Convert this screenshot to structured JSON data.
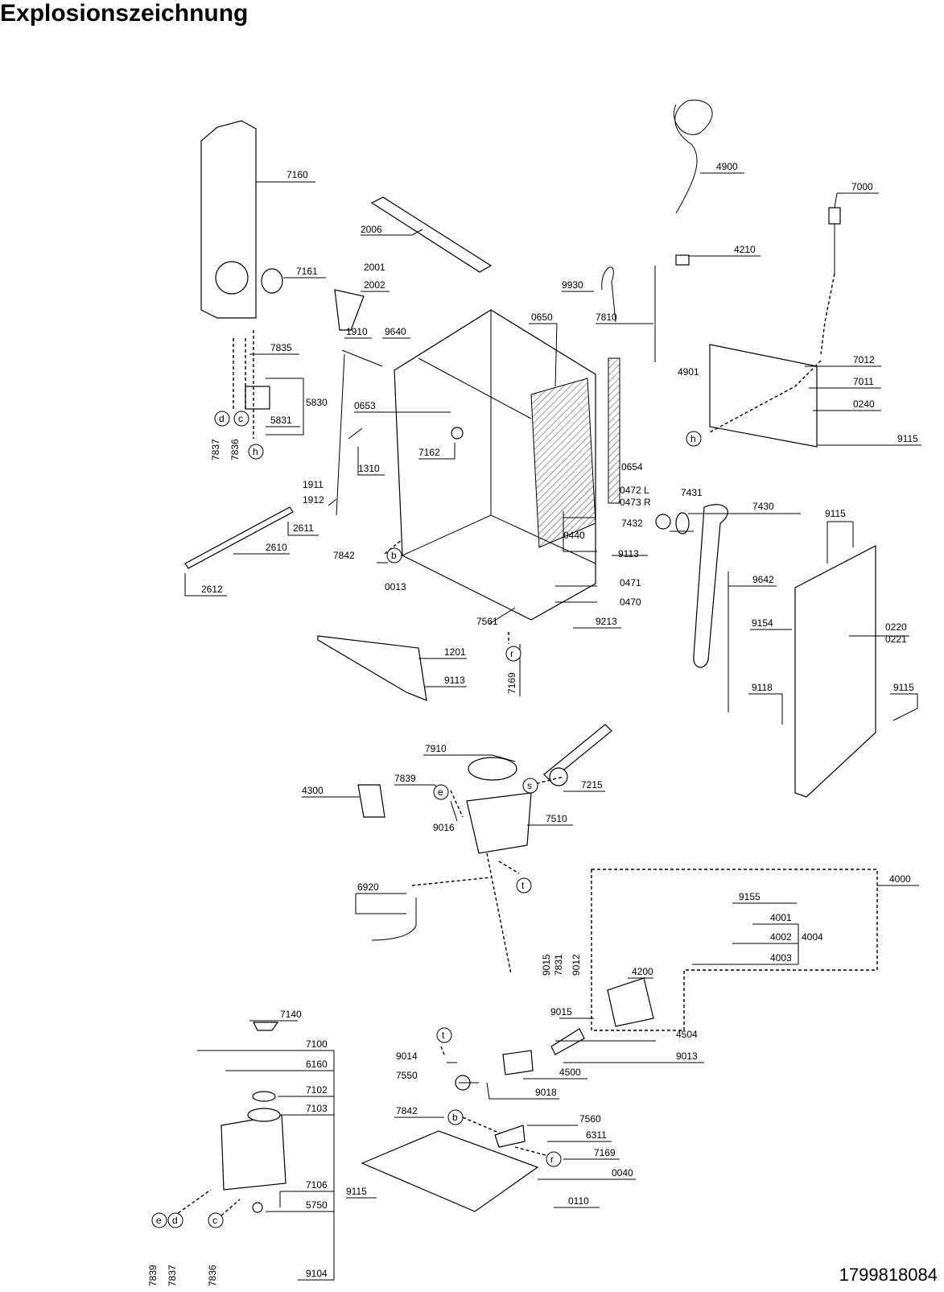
{
  "title": "Explosionszeichnung",
  "document_number": "1799818084",
  "callouts": {
    "c7160": "7160",
    "c4900": "4900",
    "c7000": "7000",
    "c2006": "2006",
    "c4210": "4210",
    "c7161": "7161",
    "c2001": "2001",
    "c2002": "2002",
    "c9930": "9930",
    "c7810": "7810",
    "c0650": "0650",
    "c1910": "1910",
    "c9640": "9640",
    "c7835": "7835",
    "c7012": "7012",
    "c4901": "4901",
    "c7011": "7011",
    "c5830": "5830",
    "c0653": "0653",
    "c0240": "0240",
    "c5831": "5831",
    "c9115a": "9115",
    "c7162": "7162",
    "c1310": "1310",
    "c0654": "0654",
    "c1911": "1911",
    "c1912": "1912",
    "c0472": "0472 L",
    "c0473": "0473 R",
    "c7431": "7431",
    "c7430": "7430",
    "c9115b": "9115",
    "c2611": "2611",
    "c7432": "7432",
    "c0440": "0440",
    "c2610": "2610",
    "c7842a": "7842",
    "c9113a": "9113",
    "c2612": "2612",
    "c0013": "0013",
    "c0471": "0471",
    "c9642": "9642",
    "c0470": "0470",
    "c7561": "7561",
    "c9213": "9213",
    "c0220": "0220",
    "c0221": "0221",
    "c9154": "9154",
    "c1201": "1201",
    "c9113b": "9113",
    "c7169a": "7169",
    "c9118": "9118",
    "c9115c": "9115",
    "c7910": "7910",
    "c7839a": "7839",
    "c7215": "7215",
    "c4300": "4300",
    "c9016": "9016",
    "c7510": "7510",
    "c4000": "4000",
    "c6920": "6920",
    "c9155": "9155",
    "c4001": "4001",
    "c4002": "4002",
    "c4004": "4004",
    "c9015a": "9015",
    "c7831": "7831",
    "c9012": "9012",
    "c4200": "4200",
    "c4003": "4003",
    "c9015b": "9015",
    "c7140": "7140",
    "c4504": "4504",
    "c7100": "7100",
    "c9014": "9014",
    "c9013": "9013",
    "c6160": "6160",
    "c7550": "7550",
    "c4500": "4500",
    "c7102": "7102",
    "c9018": "9018",
    "c7103": "7103",
    "c7842b": "7842",
    "c7560": "7560",
    "c6311": "6311",
    "c7169b": "7169",
    "c7106": "7106",
    "c0040": "0040",
    "c9115d": "9115",
    "c5750": "5750",
    "c0110": "0110",
    "c9104": "9104",
    "c7837a": "7837",
    "c7836a": "7836",
    "c7839b": "7839",
    "c7837b": "7837",
    "c7836b": "7836"
  },
  "markers": {
    "d1": "d",
    "c1": "c",
    "h1": "h",
    "b1": "b",
    "h2": "h",
    "r1": "r",
    "e1": "e",
    "s1": "s",
    "t1": "t",
    "t2": "t",
    "b2": "b",
    "r2": "r",
    "e2": "e",
    "d2": "d",
    "c2": "c"
  }
}
